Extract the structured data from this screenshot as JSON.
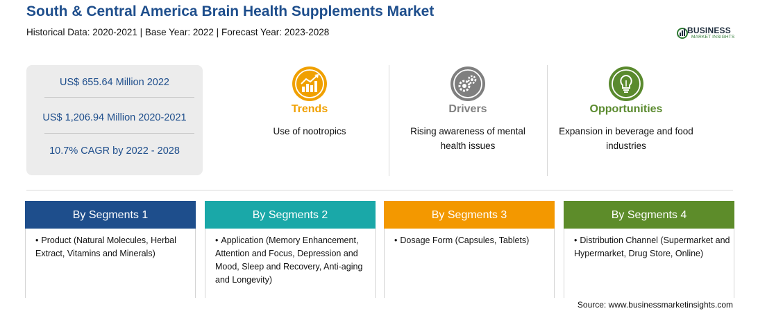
{
  "header": {
    "title": "South & Central America Brain Health Supplements Market",
    "subtitle": "Historical Data: 2020-2021 | Base Year: 2022 | Forecast Year: 2023-2028"
  },
  "logo": {
    "line1": "BUSINESS",
    "line2": "MARKET INSIGHTS"
  },
  "stats": [
    "US$ 655.64 Million 2022",
    "US$ 1,206.94 Million 2020-2021",
    "10.7% CAGR by 2022 - 2028"
  ],
  "insights": [
    {
      "label": "Trends",
      "description": "Use of nootropics",
      "color": "#f0a000",
      "icon": "growth-chart-icon"
    },
    {
      "label": "Drivers",
      "description": "Rising awareness of mental health issues",
      "color": "#7f7f7f",
      "icon": "gears-icon"
    },
    {
      "label": "Opportunities",
      "description": "Expansion in beverage and food industries",
      "color": "#5a8a2e",
      "icon": "lightbulb-icon"
    }
  ],
  "segments": [
    {
      "title": "By Segments 1",
      "color": "#1e4e8c",
      "item": "Product (Natural Molecules, Herbal Extract, Vitamins and Minerals)"
    },
    {
      "title": "By Segments 2",
      "color": "#1aa8a8",
      "item": "Application (Memory Enhancement, Attention and Focus, Depression and Mood, Sleep and Recovery, Anti-aging and Longevity)"
    },
    {
      "title": "By Segments 3",
      "color": "#f39800",
      "item": "Dosage Form (Capsules, Tablets)"
    },
    {
      "title": "By Segments 4",
      "color": "#5d8c2a",
      "item": "Distribution Channel (Supermarket and Hypermarket, Drug Store, Online)"
    }
  ],
  "source": "Source: www.businessmarketinsights.com"
}
